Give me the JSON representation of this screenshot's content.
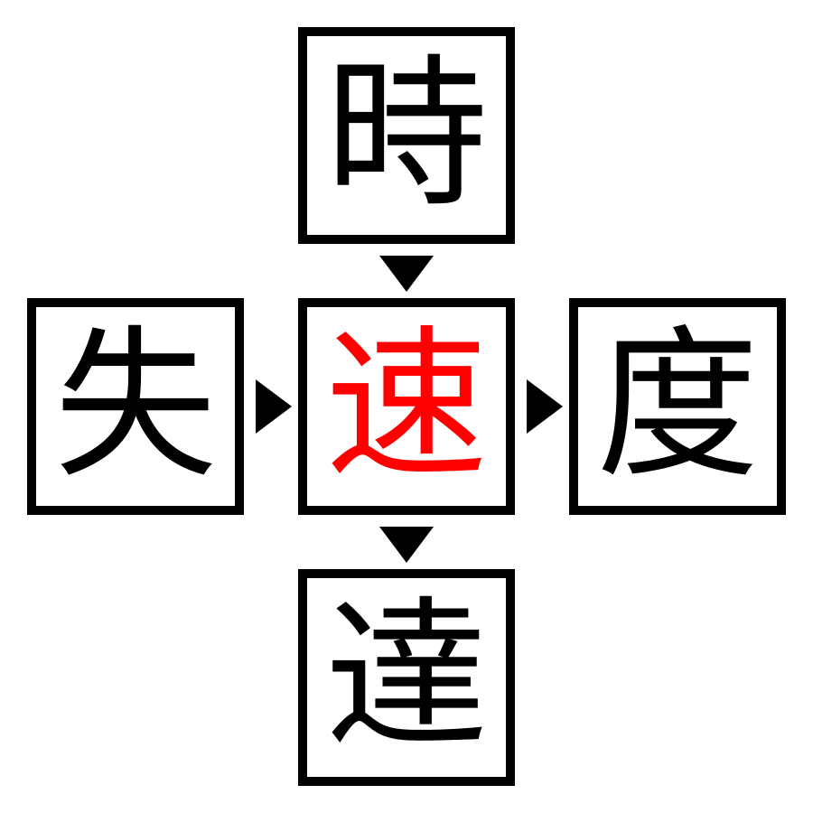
{
  "colors": {
    "answer": "#ff0000",
    "clue": "#000000"
  },
  "cells": {
    "top": "時",
    "left": "失",
    "center": "速",
    "right": "度",
    "bottom": "達"
  }
}
